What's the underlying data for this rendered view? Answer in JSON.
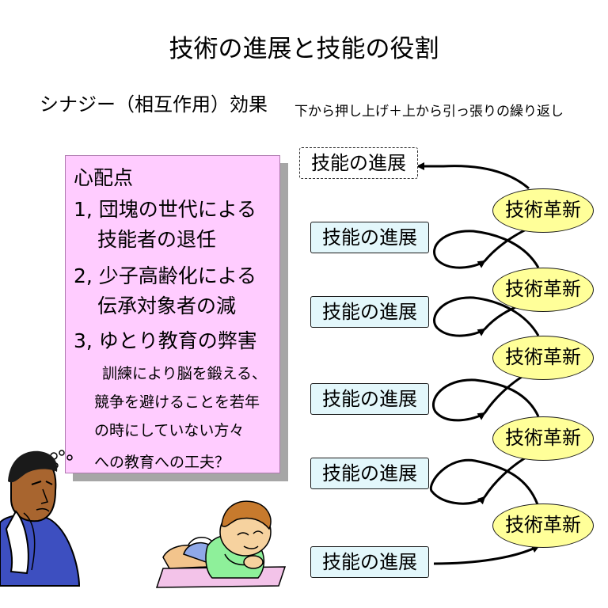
{
  "title": "技術の進展と技能の役割",
  "subtitle": "シナジー（相互作用）効果",
  "subnote": "下から押し上げ＋上から引っ張りの繰り返し",
  "concerns": {
    "heading": "心配点",
    "item1_line1": "1, 団塊の世代による",
    "item1_line2": "技能者の退任",
    "item2_line1": "2, 少子高齢化による",
    "item2_line2": "伝承対象者の減",
    "item3": "3, ゆとり教育の弊害",
    "note_line1": "訓練により脳を鍛える、",
    "note_line2": "競争を避けることを若年",
    "note_line3": "の時にしていない方々",
    "note_line4": "への教育への工夫？"
  },
  "diagram": {
    "skill_progress_label": "技能の進展",
    "tech_innovation_label": "技術革新"
  },
  "colors": {
    "concern_fill": "#ffccff",
    "skill_fill": "#e3f7fb",
    "tech_fill": "#ffff99",
    "shadow": "#a6a6a6"
  },
  "illustrations": [
    "worried-man-with-towel",
    "child-lying-on-mat"
  ]
}
